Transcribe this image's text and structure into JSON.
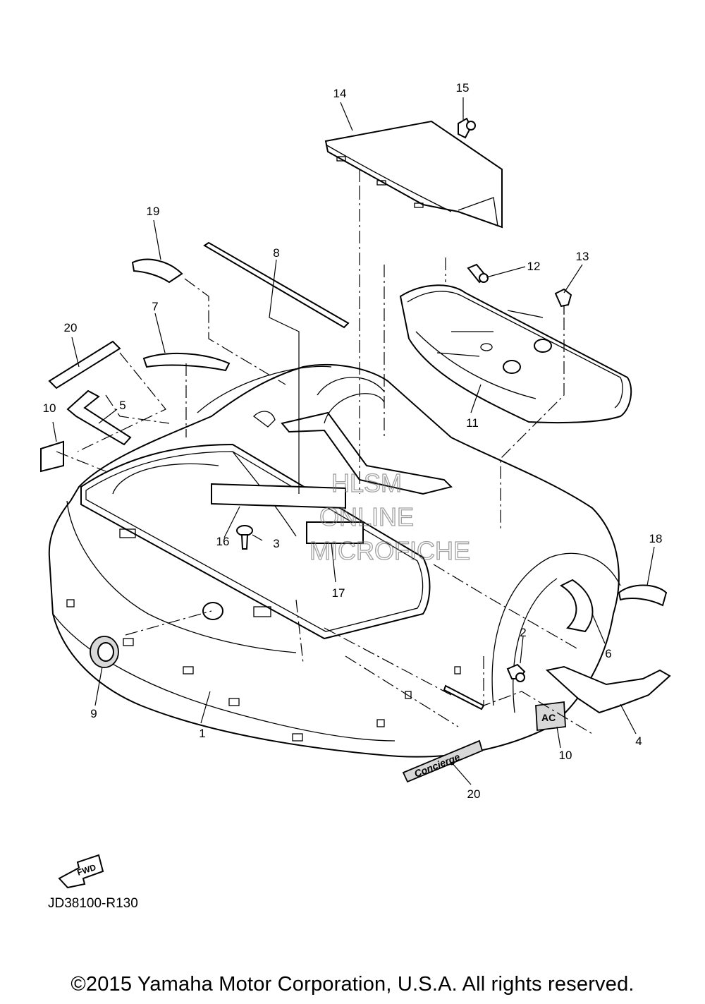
{
  "callouts": [
    {
      "id": "1",
      "label": "1"
    },
    {
      "id": "2",
      "label": "2"
    },
    {
      "id": "3",
      "label": "3"
    },
    {
      "id": "4",
      "label": "4"
    },
    {
      "id": "5",
      "label": "5"
    },
    {
      "id": "6",
      "label": "6"
    },
    {
      "id": "7",
      "label": "7"
    },
    {
      "id": "8",
      "label": "8"
    },
    {
      "id": "9",
      "label": "9"
    },
    {
      "id": "10a",
      "label": "10"
    },
    {
      "id": "10b",
      "label": "10"
    },
    {
      "id": "11",
      "label": "11"
    },
    {
      "id": "12",
      "label": "12"
    },
    {
      "id": "13",
      "label": "13"
    },
    {
      "id": "14",
      "label": "14"
    },
    {
      "id": "15",
      "label": "15"
    },
    {
      "id": "16",
      "label": "16"
    },
    {
      "id": "17",
      "label": "17"
    },
    {
      "id": "18",
      "label": "18"
    },
    {
      "id": "19",
      "label": "19"
    },
    {
      "id": "20a",
      "label": "20"
    },
    {
      "id": "20b",
      "label": "20"
    }
  ],
  "watermark": {
    "line1": "HLSM",
    "line2": "ONLINE",
    "line3": "MICROFICHE"
  },
  "decals": {
    "concierge": "Concierge",
    "ac": "AC",
    "fwd": "FWD"
  },
  "drawing_code": "JD38100-R130",
  "copyright": "©2015 Yamaha Motor Corporation, U.S.A. All rights reserved."
}
